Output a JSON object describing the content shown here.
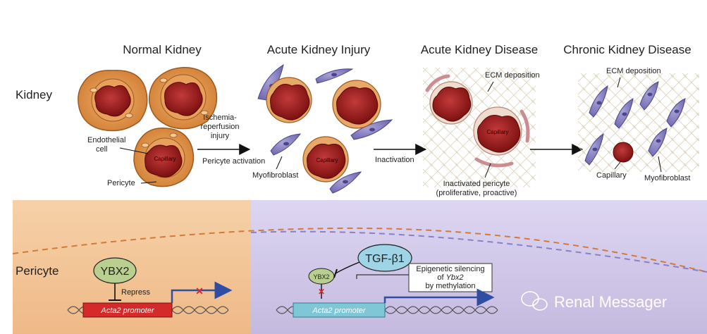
{
  "row_labels": {
    "kidney": "Kidney",
    "pericyte": "Pericyte"
  },
  "stages": {
    "normal": "Normal Kidney",
    "aki": "Acute Kidney Injury",
    "akd": "Acute Kidney Disease",
    "ckd": "Chronic Kidney Disease"
  },
  "labels": {
    "endothelial_1": "Endothelial",
    "endothelial_2": "cell",
    "pericyte": "Pericyte",
    "capillary": "Capillary",
    "ischemia_1": "Ischemia-",
    "ischemia_2": "reperfusion",
    "ischemia_3": "injury",
    "pericyte_activation": "Pericyte activation",
    "myofibroblast": "Myofibroblast",
    "inactivation": "Inactivation",
    "ecm_deposition": "ECM deposition",
    "inactivated_pericyte_1": "Inactivated pericyte",
    "inactivated_pericyte_2": "(proliferative, proactive)",
    "capillary_plain": "Capillary",
    "myofibroblast_ckd": "Myofibroblast"
  },
  "pathway": {
    "ybx2_large": "YBX2",
    "repress": "Repress",
    "acta2_promoter": "Acta2 promoter",
    "tgf": "TGF-β1",
    "ybx2_small": "YBX2",
    "epi_1": "Epigenetic silencing",
    "epi_2a": "of ",
    "epi_2b": "Ybx2",
    "epi_3": "by methylation"
  },
  "watermark": {
    "text": "Renal Messager"
  },
  "colors": {
    "cell_orange": "#d98a3e",
    "capillary_red": "#9c1c1c",
    "myofibroblast_purple": "#7b74b5",
    "panel_orange": "#f3c79a",
    "panel_purple": "#cfc6ea",
    "promoter_red": "#d42a2a",
    "promoter_teal": "#7fc7d6",
    "arrow_blue": "#2f4ea3"
  }
}
